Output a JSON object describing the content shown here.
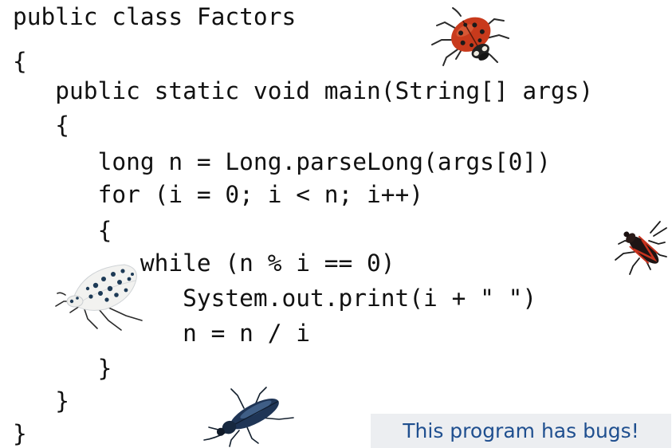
{
  "code": {
    "lines": [
      "public class Factors",
      "{",
      "   public static void main(String[] args)",
      "   {",
      "      long n = Long.parseLong(args[0])",
      "      for (i = 0; i < n; i++)",
      "      {",
      "         while (n % i == 0)",
      "            System.out.print(i + \" \")",
      "            n = n / i",
      "      }",
      "   }",
      "}"
    ]
  },
  "callout": {
    "text": "This program has bugs!"
  },
  "colors": {
    "callout_text": "#1f4f8f",
    "callout_background": "#eceef1",
    "code_text": "#111111"
  },
  "icons": [
    "ladybug-icon",
    "boxelder-bug-icon",
    "spotted-moth-icon",
    "beetle-icon"
  ]
}
